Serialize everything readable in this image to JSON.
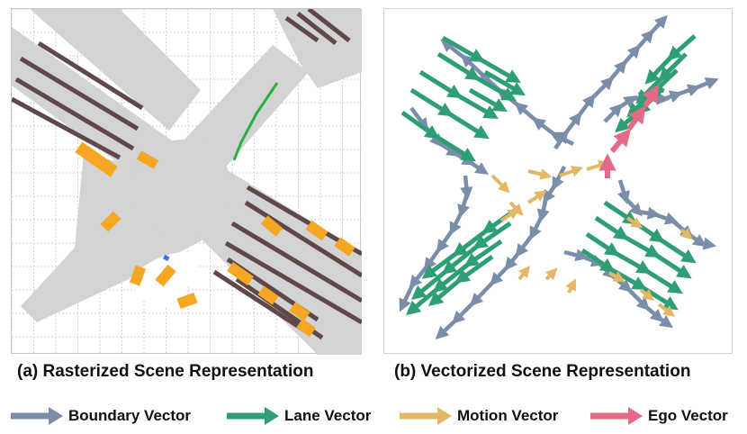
{
  "captions": {
    "raster": "(a) Rasterized Scene Representation",
    "vector": "(b) Vectorized Scene Representation"
  },
  "legend": [
    {
      "label": "Boundary Vector",
      "color": "#7a8ea9"
    },
    {
      "label": "Lane Vector",
      "color": "#2e9e75"
    },
    {
      "label": "Motion Vector",
      "color": "#e2b866"
    },
    {
      "label": "Ego Vector",
      "color": "#e46a86"
    }
  ],
  "colors": {
    "road": "#d3d3d3",
    "lane_line": "#5f4848",
    "agent": "#f5a623",
    "route": "#27b043",
    "ego": "#3a78d8",
    "grid": "#d2d2d2"
  }
}
